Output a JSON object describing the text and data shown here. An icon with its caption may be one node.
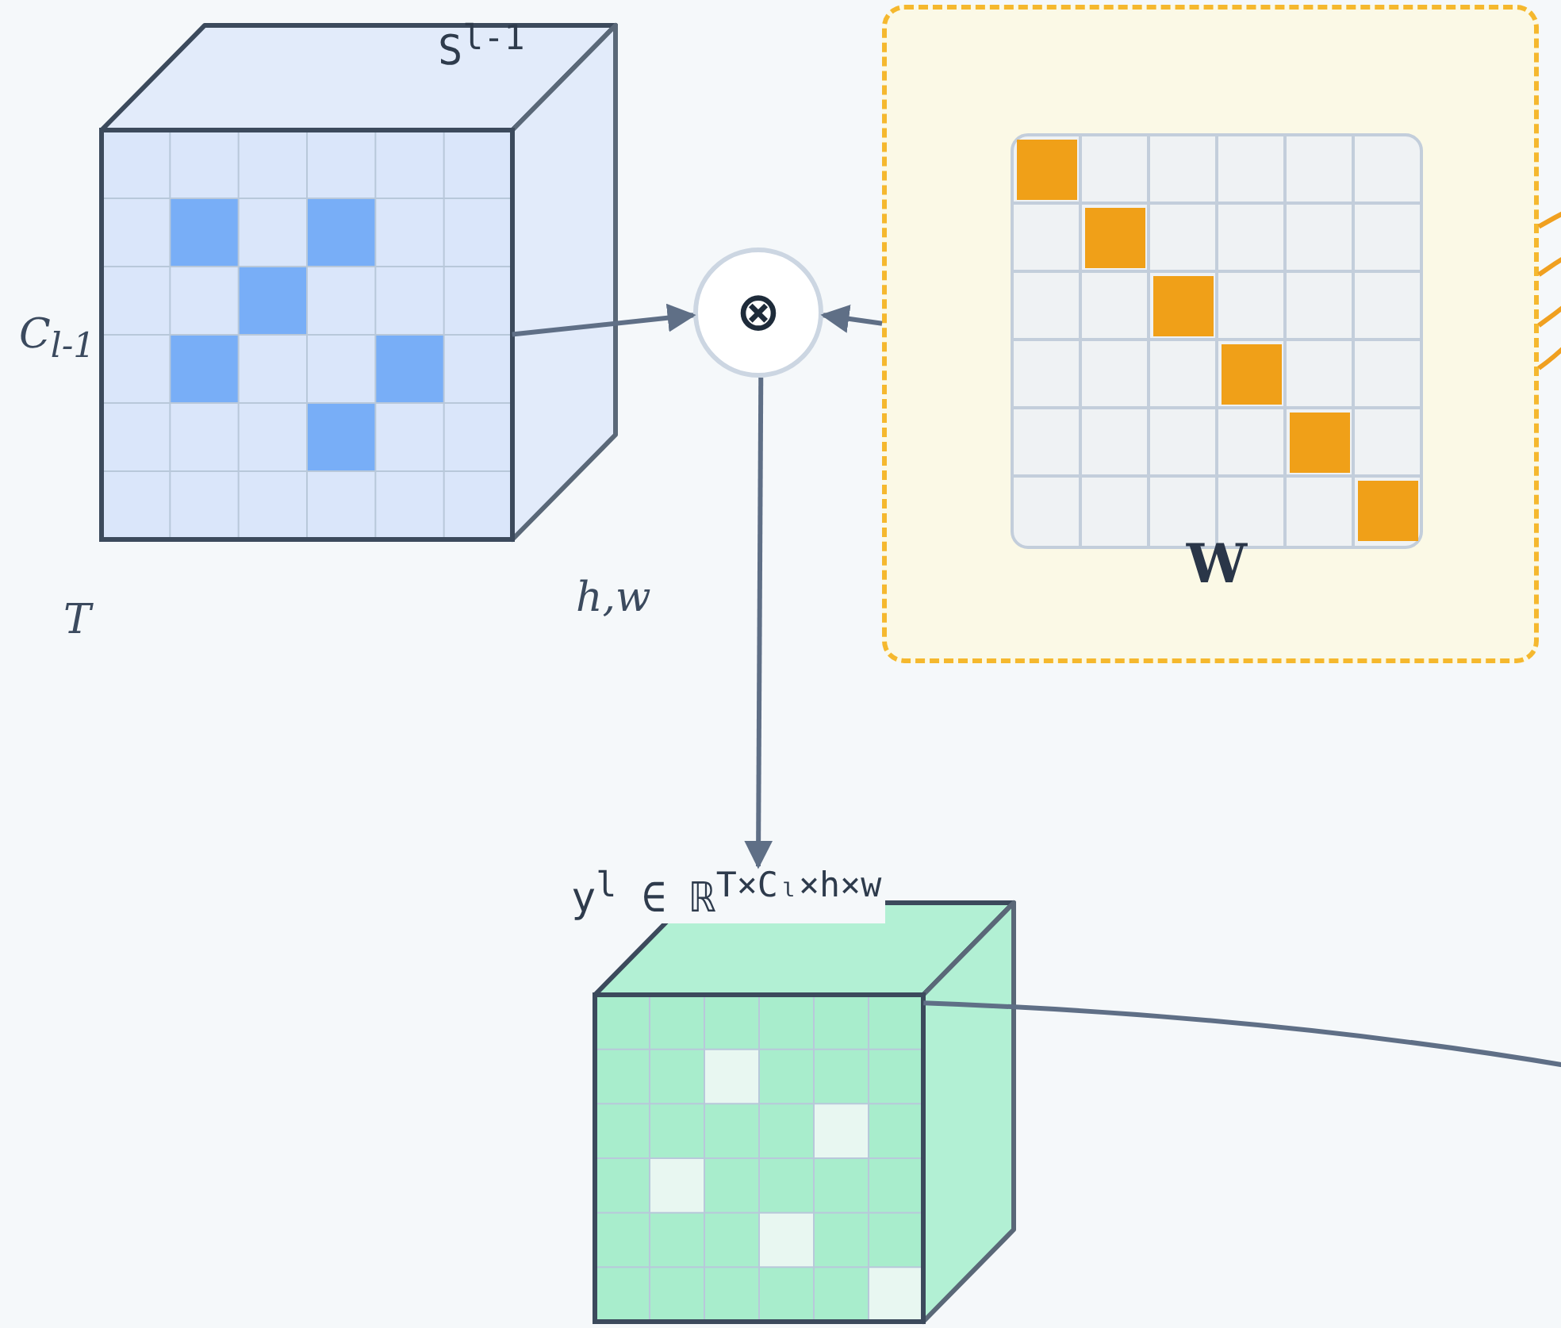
{
  "diagram": {
    "nodes": [
      {
        "text": [
          "S$^{l-1}$"
        ],
        "beside": [
          "C$_{l-1}$",
          "T",
          "h,w"
        ]
      },
      {
        "text": [
          "⊗"
        ]
      },
      {
        "text": [],
        "shape": "box"
      },
      {
        "text": [
          "W"
        ],
        "in": 2
      },
      {
        "text": [
          "y$^{l}$ ∈ ℝ$^{T×Cₗ×h×w}$"
        ]
      }
    ],
    "edges": [
      {
        "from": 0,
        "to": 1,
        "arrow": "to"
      },
      {
        "from": 2,
        "to": 1,
        "arrow": "to"
      },
      {
        "from": 1,
        "to": 4,
        "arrow": "to"
      },
      {
        "from": 4,
        "to": null,
        "arrow": "none"
      },
      {
        "from": 2,
        "to": null,
        "arrow": "none",
        "color": "#f0a020"
      },
      {
        "from": 2,
        "to": null,
        "arrow": "none",
        "color": "#f0a020"
      },
      {
        "from": 2,
        "to": null,
        "arrow": "none",
        "color": "#f0a020"
      },
      {
        "from": 2,
        "to": null,
        "arrow": "none",
        "color": "#f0a020"
      }
    ]
  }
}
